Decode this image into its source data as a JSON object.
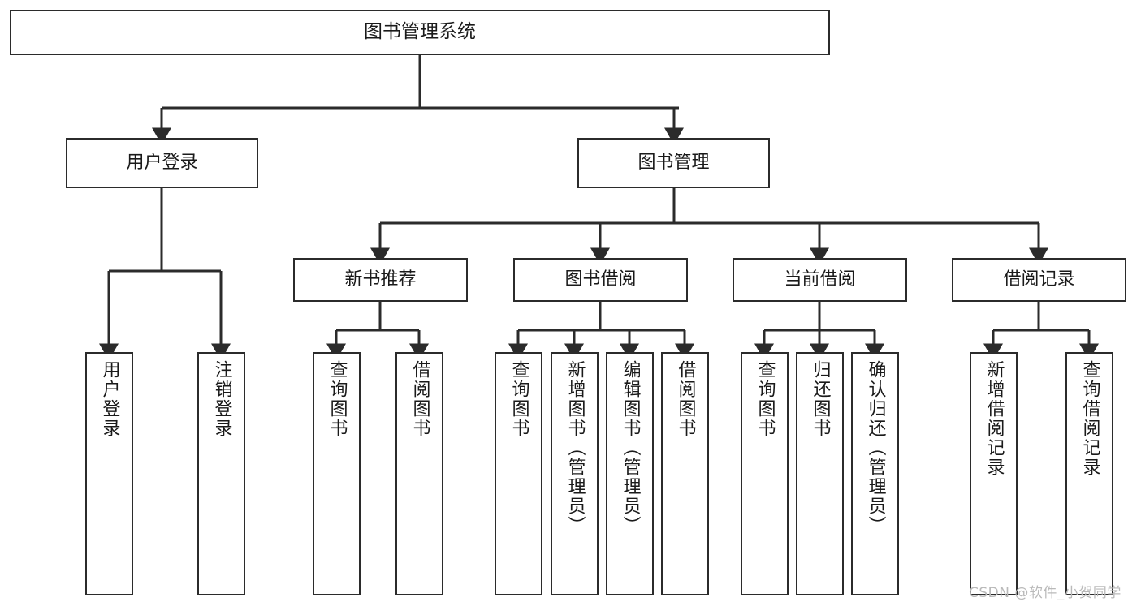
{
  "diagram": {
    "title": "图书管理系统",
    "watermark": "CSDN @软件_小贺同学",
    "colors": {
      "box_border": "#2b2b2b",
      "line": "#2b2b2b",
      "background": "#ffffff",
      "text": "#1a1a1a",
      "watermark": "#b9b9b9"
    },
    "root": {
      "label": "图书管理系统"
    },
    "level2": [
      {
        "label": "用户登录"
      },
      {
        "label": "图书管理"
      }
    ],
    "level3": [
      {
        "label": "新书推荐"
      },
      {
        "label": "图书借阅"
      },
      {
        "label": "当前借阅"
      },
      {
        "label": "借阅记录"
      }
    ],
    "leaves": {
      "user_login": [
        {
          "label": "用户登录"
        },
        {
          "label": "注销登录"
        }
      ],
      "new_book": [
        {
          "label": "查询图书"
        },
        {
          "label": "借阅图书"
        }
      ],
      "book_borrow": [
        {
          "label": "查询图书"
        },
        {
          "label": "新增图书（管理员）"
        },
        {
          "label": "编辑图书（管理员）"
        },
        {
          "label": "借阅图书"
        }
      ],
      "current_borrow": [
        {
          "label": "查询图书"
        },
        {
          "label": "归还图书"
        },
        {
          "label": "确认归还（管理员）"
        }
      ],
      "borrow_record": [
        {
          "label": "新增借阅记录"
        },
        {
          "label": "查询借阅记录"
        }
      ]
    }
  }
}
